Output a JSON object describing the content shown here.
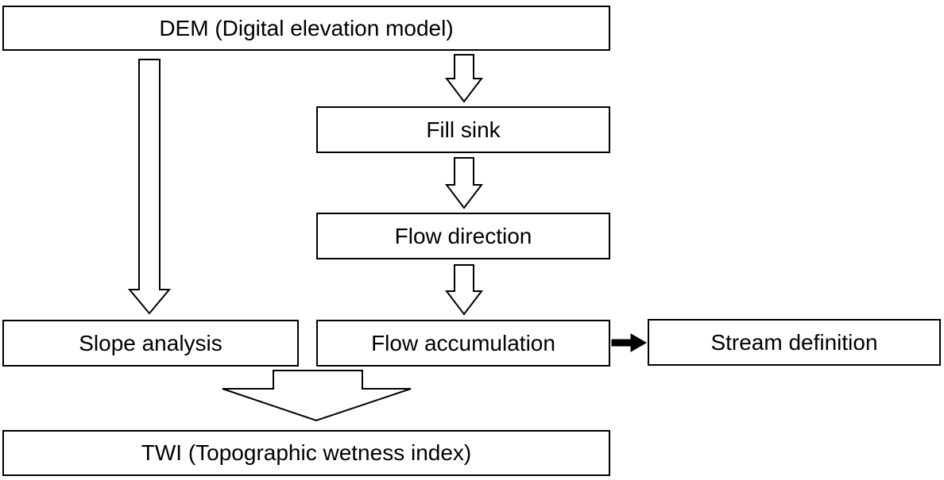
{
  "diagram": {
    "nodes": {
      "dem": "DEM (Digital elevation model)",
      "fill_sink": "Fill sink",
      "flow_direction": "Flow direction",
      "slope_analysis": "Slope analysis",
      "flow_accumulation": "Flow accumulation",
      "stream_definition": "Stream definition",
      "twi": "TWI (Topographic wetness index)"
    },
    "edges": [
      {
        "from": "dem",
        "to": "fill_sink",
        "style": "hollow"
      },
      {
        "from": "fill_sink",
        "to": "flow_direction",
        "style": "hollow"
      },
      {
        "from": "flow_direction",
        "to": "flow_accumulation",
        "style": "hollow"
      },
      {
        "from": "dem",
        "to": "slope_analysis",
        "style": "hollow"
      },
      {
        "from": "flow_accumulation",
        "to": "stream_definition",
        "style": "solid"
      },
      {
        "from": [
          "slope_analysis",
          "flow_accumulation"
        ],
        "to": "twi",
        "style": "hollow-wide"
      }
    ]
  }
}
